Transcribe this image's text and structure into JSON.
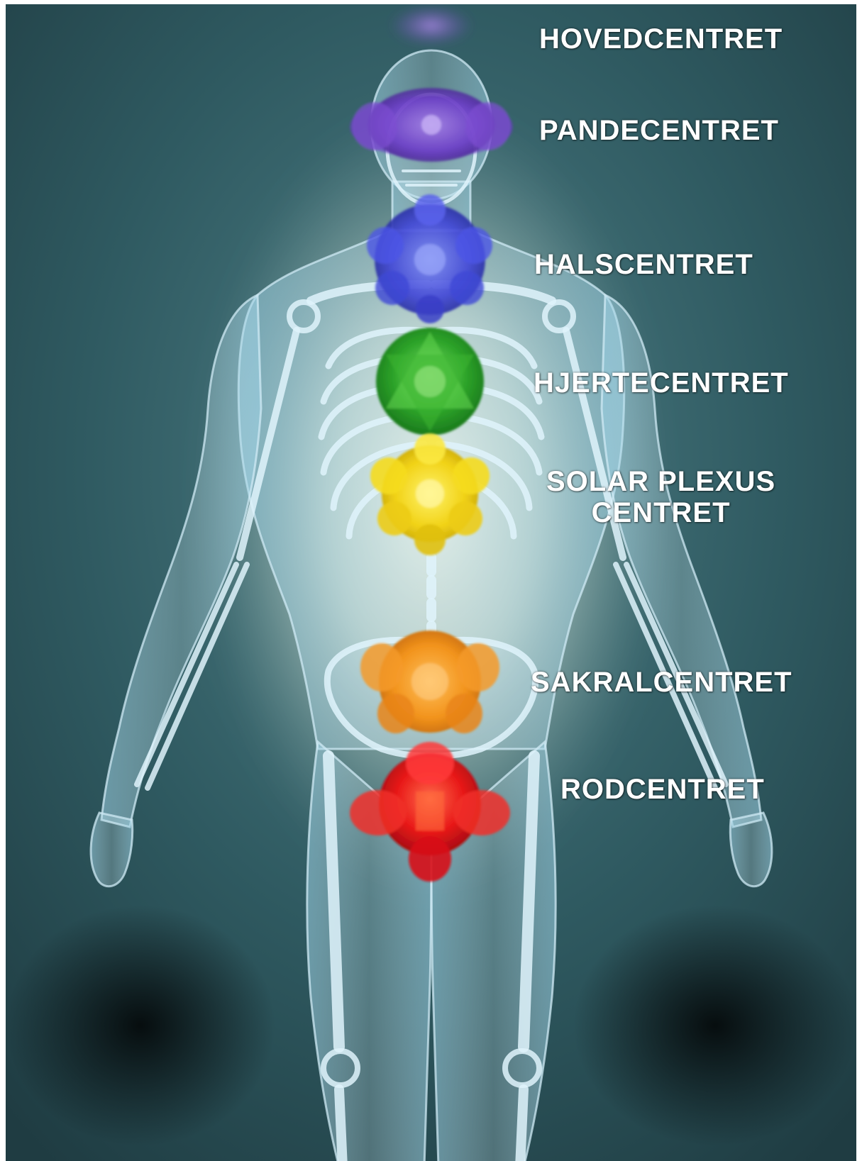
{
  "colors": {
    "background": "#2c5258",
    "aura": "#e8f0e6",
    "body_outline": "#cfeaf4",
    "bone": "#d9f0fa",
    "label_text": "#ffffff"
  },
  "centers": [
    {
      "id": "hovedcentret",
      "label": "HOVEDCENTRET",
      "color": "#8a5bd6",
      "icon": "crown-chakra-glow-icon"
    },
    {
      "id": "pandecentret",
      "label": "PANDECENTRET",
      "color": "#7a3fd0",
      "icon": "third-eye-chakra-lotus-icon"
    },
    {
      "id": "halscentret",
      "label": "HALSCENTRET",
      "color": "#4b4fe0",
      "icon": "throat-chakra-lotus-icon"
    },
    {
      "id": "hjertecentret",
      "label": "HJERTECENTRET",
      "color": "#2fa832",
      "icon": "heart-chakra-star-icon"
    },
    {
      "id": "solar-plexus",
      "label_line1": "SOLAR PLEXUS",
      "label_line2": "CENTRET",
      "color": "#f2d619",
      "icon": "solar-plexus-chakra-lotus-icon"
    },
    {
      "id": "sakralcentret",
      "label": "SAKRALCENTRET",
      "color": "#f2931c",
      "icon": "sacral-chakra-lotus-icon"
    },
    {
      "id": "rodcentret",
      "label": "RODCENTRET",
      "color": "#e81818",
      "icon": "root-chakra-lotus-icon"
    }
  ]
}
